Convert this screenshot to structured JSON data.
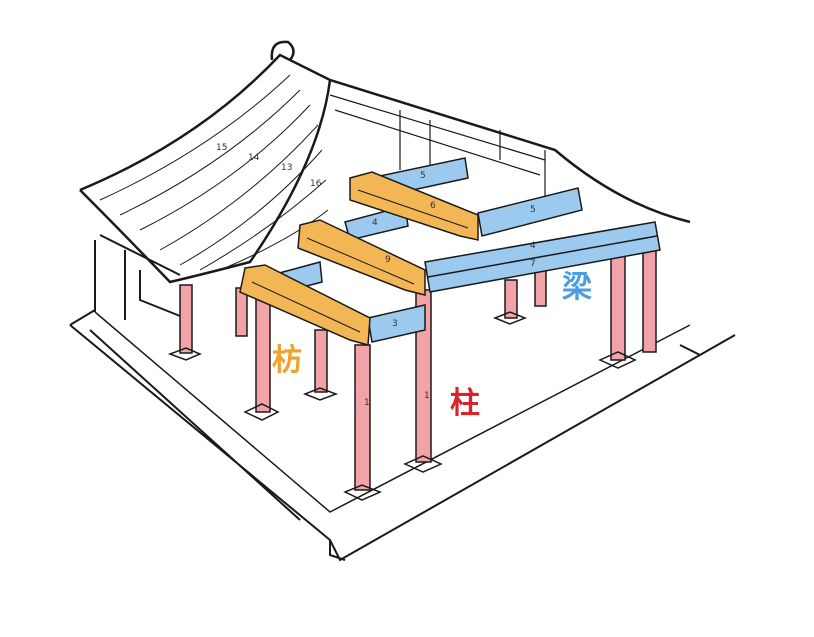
{
  "labels": {
    "fang": "枋",
    "zhu": "柱",
    "liang": "梁"
  },
  "part_numbers": [
    "1",
    "1",
    "3",
    "4",
    "4",
    "5",
    "5",
    "6",
    "7",
    "9",
    "13",
    "14",
    "15",
    "16"
  ],
  "colors": {
    "fang": "#f0a22e",
    "zhu": "#d8232a",
    "liang": "#4a9de0",
    "fang_fill": "#f3b655",
    "liang_fill": "#9ccaee",
    "zhu_fill": "#f2a3a8",
    "line": "#1a1a1a"
  }
}
